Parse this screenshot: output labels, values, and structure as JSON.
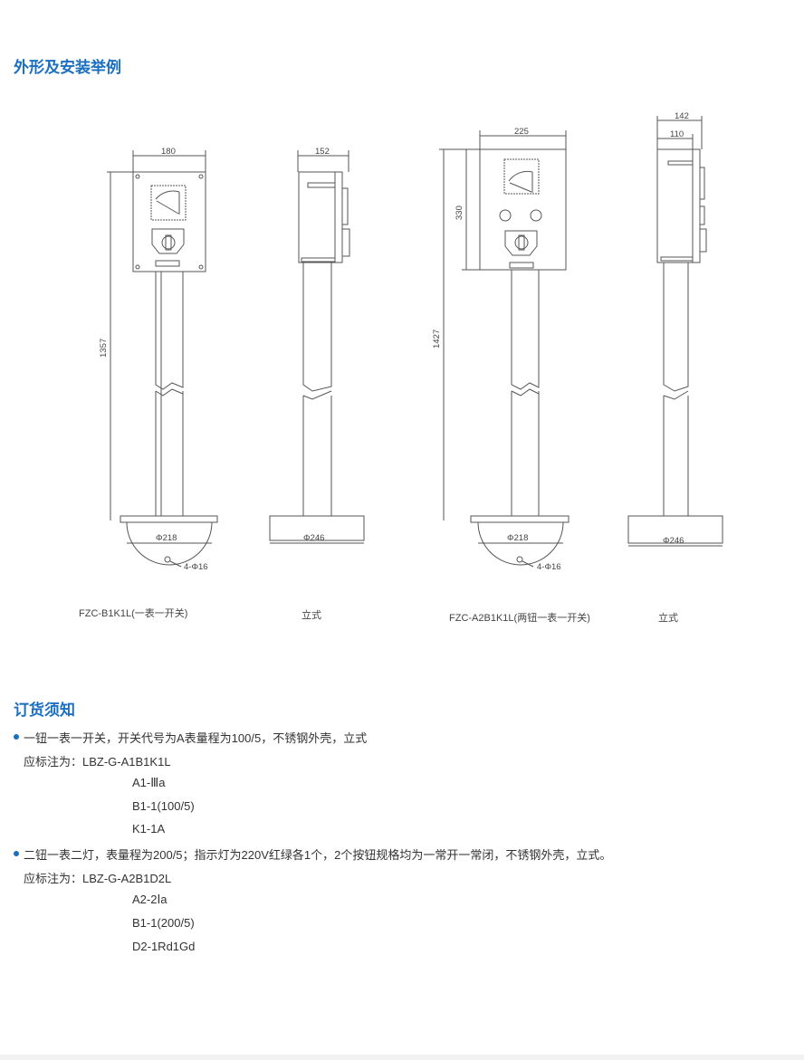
{
  "section1": {
    "title": "外形及安装举例"
  },
  "diagrams": {
    "d1": {
      "width": "180",
      "height": "1357",
      "base": "Φ218",
      "holes": "4-Φ16",
      "caption": "FZC-B1K1L(一表一开关)"
    },
    "d2": {
      "width": "152",
      "base": "Φ246",
      "caption": "立式"
    },
    "d3": {
      "width": "225",
      "box_height": "330",
      "height": "1427",
      "base": "Φ218",
      "holes": "4-Φ16",
      "caption": "FZC-A2B1K1L(两钮一表一开关)"
    },
    "d4": {
      "width_outer": "142",
      "width_inner": "110",
      "base": "Φ246",
      "caption": "立式"
    }
  },
  "section2": {
    "title": "订货须知",
    "items": [
      {
        "desc": "一钮一表一开关，开关代号为A表量程为100/5，不锈钢外壳，立式",
        "code": "应标注为：LBZ-G-A1B1K1L",
        "sub": [
          "A1-Ⅲa",
          "B1-1(100/5)",
          "K1-1A"
        ]
      },
      {
        "desc": "二钮一表二灯，表量程为200/5；指示灯为220V红绿各1个，2个按钮规格均为一常开一常闭，不锈钢外壳，立式。",
        "code": "应标注为：LBZ-G-A2B1D2L",
        "sub": [
          "A2-2Ⅰa",
          "B1-1(200/5)",
          "D2-1Rd1Gd"
        ]
      }
    ]
  },
  "colors": {
    "accent": "#1a6fc0"
  }
}
